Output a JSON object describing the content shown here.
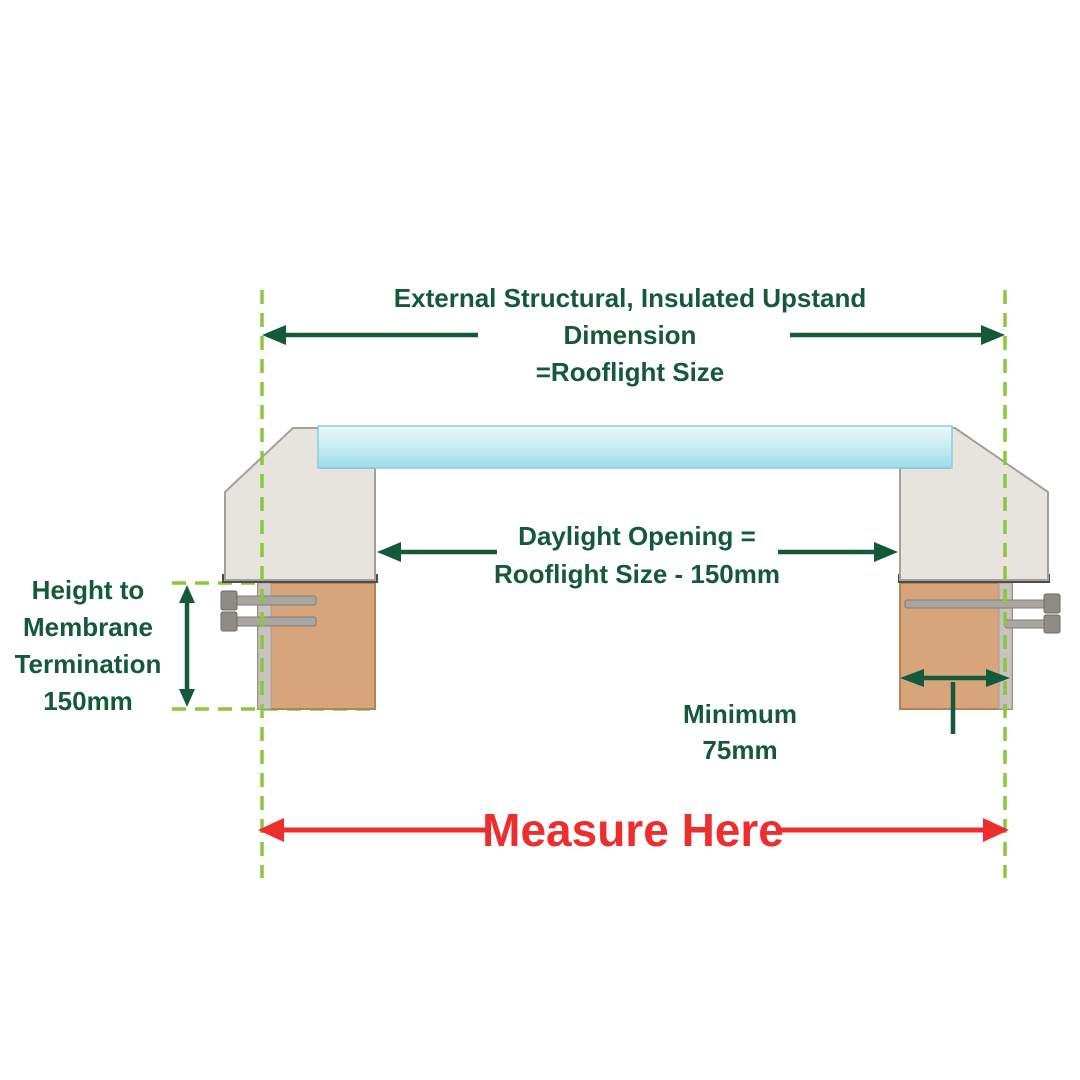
{
  "colors": {
    "text_green": "#14593a",
    "dash_green": "#8cc63f",
    "measure_red": "#ee2e2e",
    "glass_blue": "#b5e6f0",
    "upstand_gray": "#e7e3de",
    "wood_tan": "#d6a57c"
  },
  "labels": {
    "external_upstand": [
      "External Structural, Insulated Upstand",
      "Dimension",
      "=Rooflight Size"
    ],
    "daylight_opening": [
      "Daylight Opening =",
      "Rooflight Size - 150mm"
    ],
    "height_membrane": [
      "Height to",
      "Membrane",
      "Termination",
      "150mm"
    ],
    "minimum": [
      "Minimum",
      "75mm"
    ],
    "measure_here": "Measure Here"
  }
}
